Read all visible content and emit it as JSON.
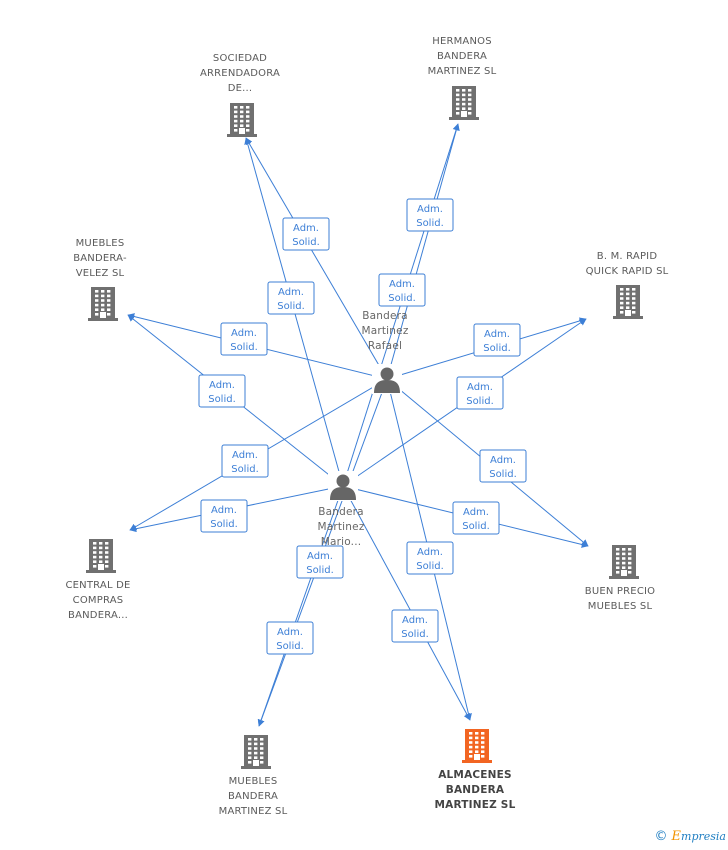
{
  "nodes": {
    "sociedad": {
      "label": [
        "SOCIEDAD",
        "ARRENDADORA",
        "DE..."
      ],
      "type": "company"
    },
    "hermanos": {
      "label": [
        "HERMANOS",
        "BANDERA",
        "MARTINEZ SL"
      ],
      "type": "company"
    },
    "muebles_velez": {
      "label": [
        "MUEBLES",
        "BANDERA-",
        "VELEZ SL"
      ],
      "type": "company"
    },
    "bm_rapid": {
      "label": [
        "B. M. RAPID",
        "QUICK RAPID SL"
      ],
      "type": "company"
    },
    "central": {
      "label": [
        "CENTRAL DE",
        "COMPRAS",
        "BANDERA..."
      ],
      "type": "company"
    },
    "buen_precio": {
      "label": [
        "BUEN PRECIO",
        "MUEBLES SL"
      ],
      "type": "company"
    },
    "muebles_bm": {
      "label": [
        "MUEBLES",
        "BANDERA",
        "MARTINEZ SL"
      ],
      "type": "company"
    },
    "almacenes": {
      "label": [
        "ALMACENES",
        "BANDERA",
        "MARTINEZ SL"
      ],
      "type": "company-main"
    },
    "rafael": {
      "label": [
        "Bandera",
        "Martinez",
        "Rafael"
      ],
      "type": "person"
    },
    "mario": {
      "label": [
        "Bandera",
        "Martinez",
        "Mario..."
      ],
      "type": "person"
    }
  },
  "edge_label": [
    "Adm.",
    "Solid."
  ],
  "edges": [
    {
      "from": "rafael",
      "to": "sociedad"
    },
    {
      "from": "rafael",
      "to": "hermanos"
    },
    {
      "from": "rafael",
      "to": "muebles_velez"
    },
    {
      "from": "rafael",
      "to": "bm_rapid"
    },
    {
      "from": "rafael",
      "to": "central"
    },
    {
      "from": "rafael",
      "to": "buen_precio"
    },
    {
      "from": "rafael",
      "to": "almacenes"
    },
    {
      "from": "rafael",
      "to": "muebles_bm"
    },
    {
      "from": "mario",
      "to": "sociedad"
    },
    {
      "from": "mario",
      "to": "hermanos"
    },
    {
      "from": "mario",
      "to": "muebles_velez"
    },
    {
      "from": "mario",
      "to": "bm_rapid"
    },
    {
      "from": "mario",
      "to": "central"
    },
    {
      "from": "mario",
      "to": "buen_precio"
    },
    {
      "from": "mario",
      "to": "almacenes"
    },
    {
      "from": "mario",
      "to": "muebles_bm"
    }
  ],
  "colors": {
    "edge": "#3d7fd6",
    "company_icon": "#707070",
    "main_icon": "#f26522",
    "person_icon": "#666666",
    "box_fill": "#ffffff"
  },
  "footer": {
    "copyright": "©",
    "brand_first": "E",
    "brand_rest": "mpresia"
  }
}
